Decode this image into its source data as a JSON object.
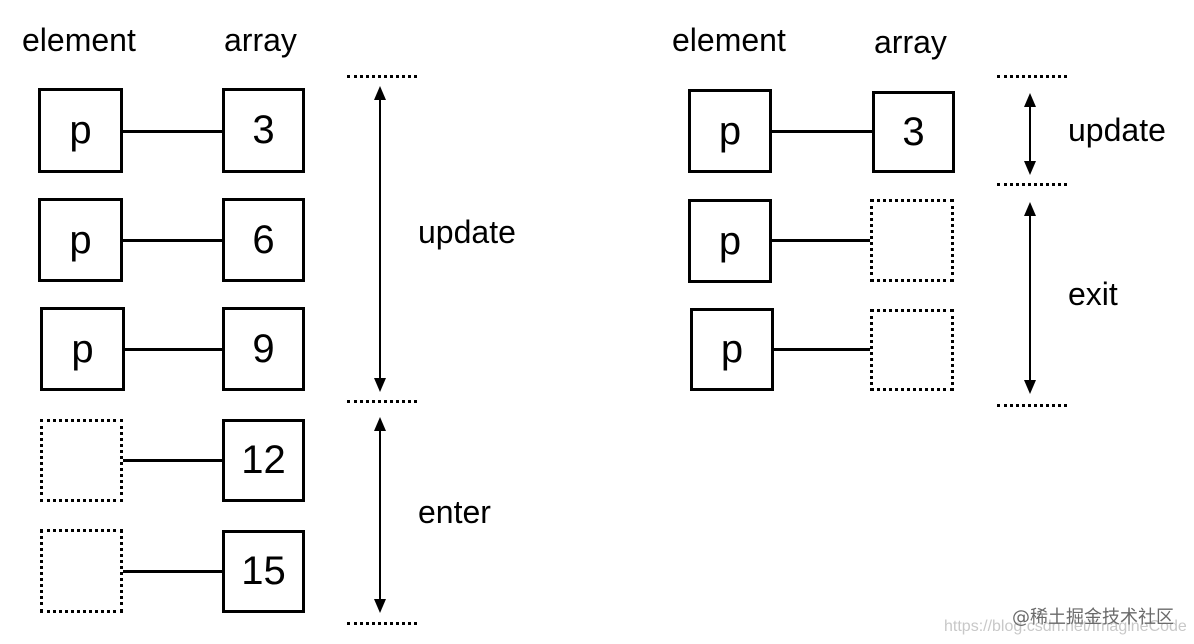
{
  "left": {
    "header_element": "element",
    "header_array": "array",
    "rows": [
      {
        "element": "p",
        "value": "3"
      },
      {
        "element": "p",
        "value": "6"
      },
      {
        "element": "p",
        "value": "9"
      },
      {
        "element": "",
        "value": "12"
      },
      {
        "element": "",
        "value": "15"
      }
    ],
    "group_update": "update",
    "group_enter": "enter"
  },
  "right": {
    "header_element": "element",
    "header_array": "array",
    "rows": [
      {
        "element": "p",
        "value": "3"
      },
      {
        "element": "p",
        "value": ""
      },
      {
        "element": "p",
        "value": ""
      }
    ],
    "group_update": "update",
    "group_exit": "exit"
  },
  "watermark": {
    "brand": "@稀土掘金技术社区",
    "url": "https://blog.csdn.net/ImagineCode"
  }
}
